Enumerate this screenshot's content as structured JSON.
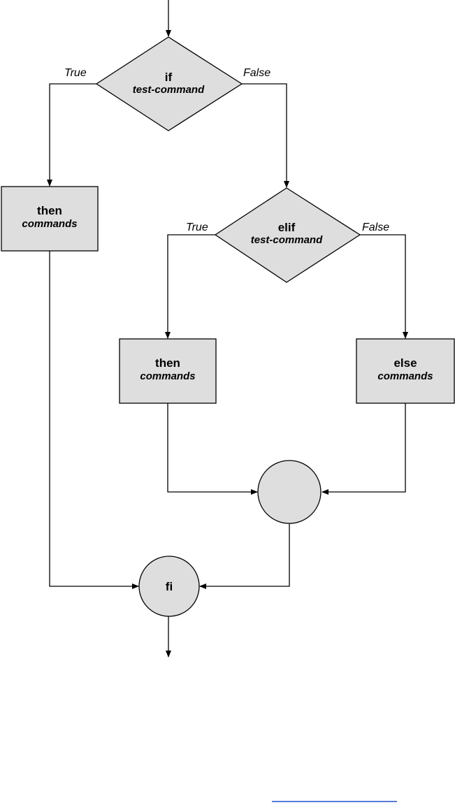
{
  "diagram": {
    "if_node": {
      "keyword": "if",
      "text": "test-command"
    },
    "if_true_label": "True",
    "if_false_label": "False",
    "then_node_1": {
      "keyword": "then",
      "text": "commands"
    },
    "elif_node": {
      "keyword": "elif",
      "text": "test-command"
    },
    "elif_true_label": "True",
    "elif_false_label": "False",
    "then_node_2": {
      "keyword": "then",
      "text": "commands"
    },
    "else_node": {
      "keyword": "else",
      "text": "commands"
    },
    "merge_node": {
      "keyword": ""
    },
    "fi_node": {
      "keyword": "fi"
    }
  },
  "colors": {
    "shape_fill": "#dedede",
    "stroke": "#000000",
    "footer_line": "#1f4fd1"
  }
}
